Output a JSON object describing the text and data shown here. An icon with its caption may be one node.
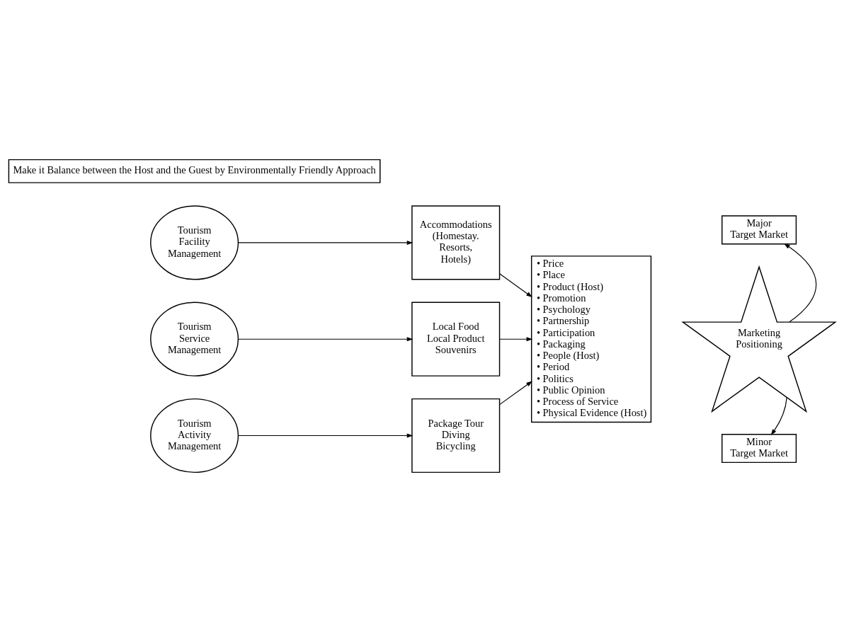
{
  "diagram": {
    "nodes": [
      {
        "text": [
          "Make it Balance between the Host and the Guest by Environmentally Friendly Approach"
        ]
      },
      {
        "text": [
          "Tourism Facility Management"
        ]
      },
      {
        "text": [
          "Accommodations (Homestay. Resorts, Hotels)"
        ]
      },
      {
        "text": [
          "Tourism Service Management"
        ]
      },
      {
        "text": [
          "Local Food Local Product Souvenirs"
        ]
      },
      {
        "text": [
          "Tourism Activity Management"
        ]
      },
      {
        "text": [
          "Package Tour Diving Bicycling"
        ]
      },
      {
        "text": [
          "• Price",
          "• Place",
          "• Product (Host)",
          "• Promotion",
          "• Psychology",
          "• Partnership",
          "• Participation",
          "• Packaging",
          "• People (Host)",
          "• Period",
          "• Politics",
          "• Public Opinion",
          "• Process of Service",
          "• Physical Evidence (Host)"
        ]
      },
      {
        "text": [
          "Major Target Market"
        ]
      },
      {
        "text": [
          "Marketing Positioning"
        ]
      },
      {
        "text": [
          "Minor Target Market"
        ]
      }
    ],
    "edges": [
      {
        "from": 1,
        "to": 2,
        "arrow": "to"
      },
      {
        "from": 2,
        "to": 7,
        "arrow": "to"
      },
      {
        "from": 3,
        "to": 4,
        "arrow": "to"
      },
      {
        "from": 4,
        "to": 7,
        "arrow": "to"
      },
      {
        "from": 5,
        "to": 6,
        "arrow": "to"
      },
      {
        "from": 6,
        "to": 7,
        "arrow": "to"
      },
      {
        "from": 9,
        "to": 8,
        "arrow": "to"
      },
      {
        "from": 9,
        "to": 10,
        "arrow": "to"
      }
    ]
  }
}
